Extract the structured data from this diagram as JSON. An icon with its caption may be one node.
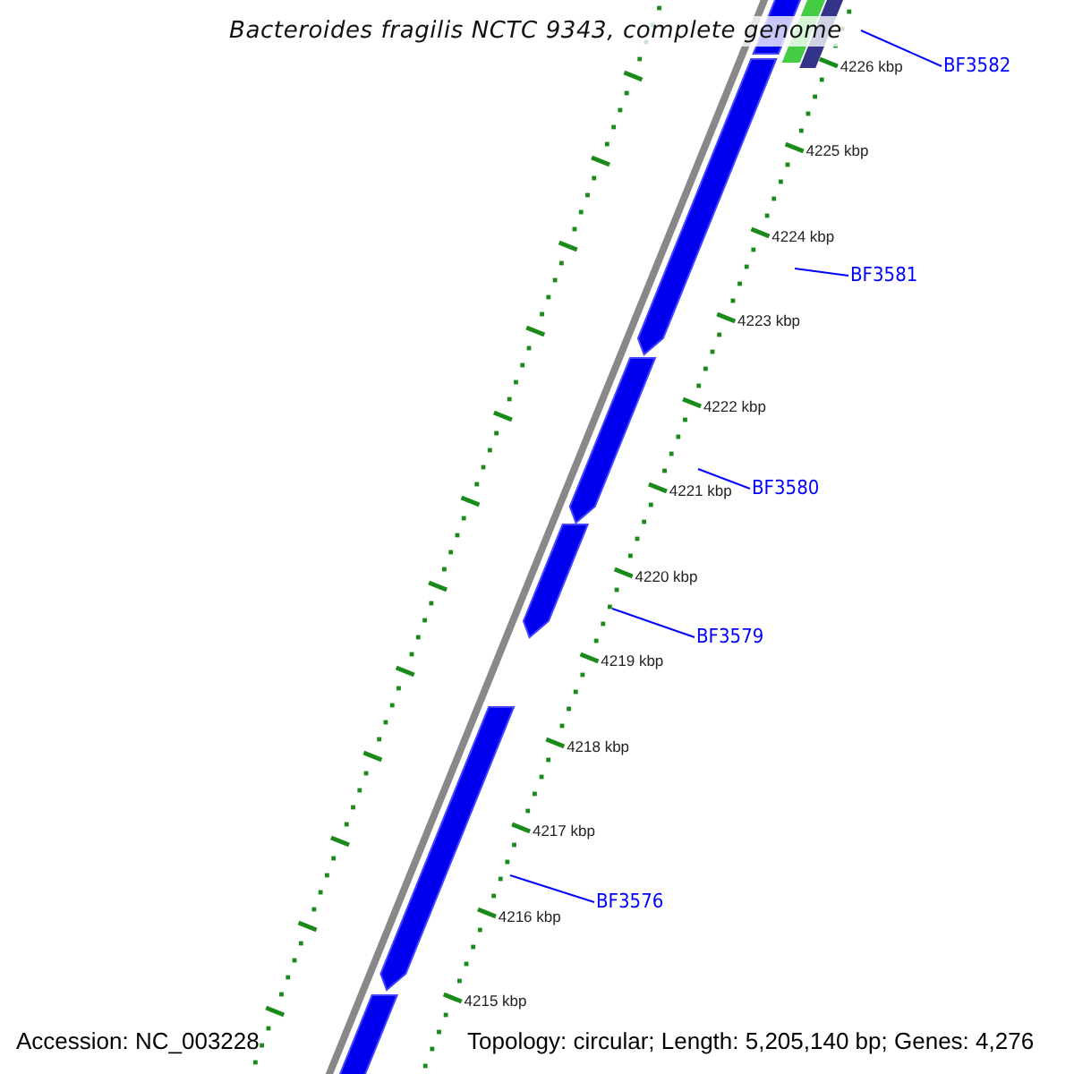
{
  "diagram": {
    "title": "Bacteroides fragilis NCTC 9343, complete genome",
    "nodes": [
      {
        "text": [
          "BF3582"
        ]
      },
      {
        "text": [
          "BF3581"
        ]
      },
      {
        "text": [
          "BF3580"
        ]
      },
      {
        "text": [
          "BF3579"
        ]
      },
      {
        "text": [
          "BF3576"
        ]
      }
    ],
    "edges": [
      {
        "from": 0,
        "to": null,
        "arrow": "none"
      },
      {
        "from": 1,
        "to": null,
        "arrow": "none"
      },
      {
        "from": 2,
        "to": null,
        "arrow": "none"
      },
      {
        "from": 3,
        "to": null,
        "arrow": "none"
      },
      {
        "from": 4,
        "to": null,
        "arrow": "none"
      }
    ],
    "labels": [
      "4226 kbp",
      "4225 kbp",
      "4224 kbp",
      "4223 kbp",
      "4222 kbp",
      "4221 kbp",
      "4220 kbp",
      "4219 kbp",
      "4218 kbp",
      "4217 kbp",
      "4216 kbp",
      "4215 kbp",
      "Accession: NC_003228",
      "Topology: circular; Length: 5,205,140 bp; Genes: 4,276"
    ]
  }
}
